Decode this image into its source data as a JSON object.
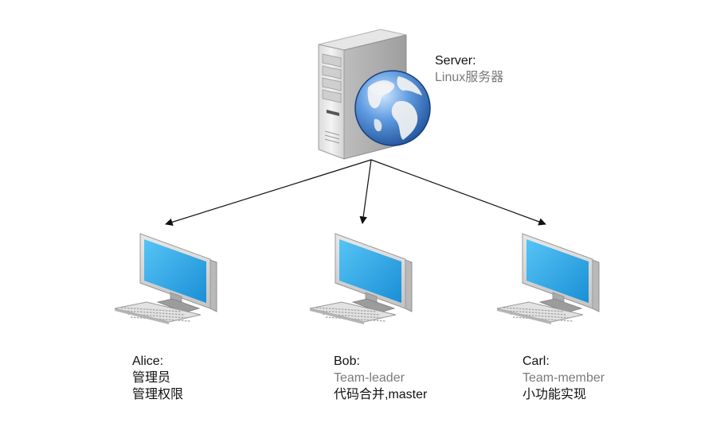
{
  "server": {
    "name": "Server:",
    "details": [
      "Linux服务器"
    ],
    "icon": "server-globe-icon"
  },
  "clients": [
    {
      "name": "Alice:",
      "details": [
        "管理员",
        "管理权限"
      ],
      "icon": "desktop-computer-icon"
    },
    {
      "name": "Bob:",
      "details": [
        "Team-leader",
        "代码合并,master"
      ],
      "icon": "desktop-computer-icon"
    },
    {
      "name": "Carl:",
      "details": [
        "Team-member",
        "小功能实现"
      ],
      "icon": "desktop-computer-icon"
    }
  ],
  "colors": {
    "label_name": "#111111",
    "label_detail": "#7a7a7a",
    "arrow": "#111111",
    "screen_blue": "#29a8e8",
    "globe_blue": "#2f6fb8"
  }
}
